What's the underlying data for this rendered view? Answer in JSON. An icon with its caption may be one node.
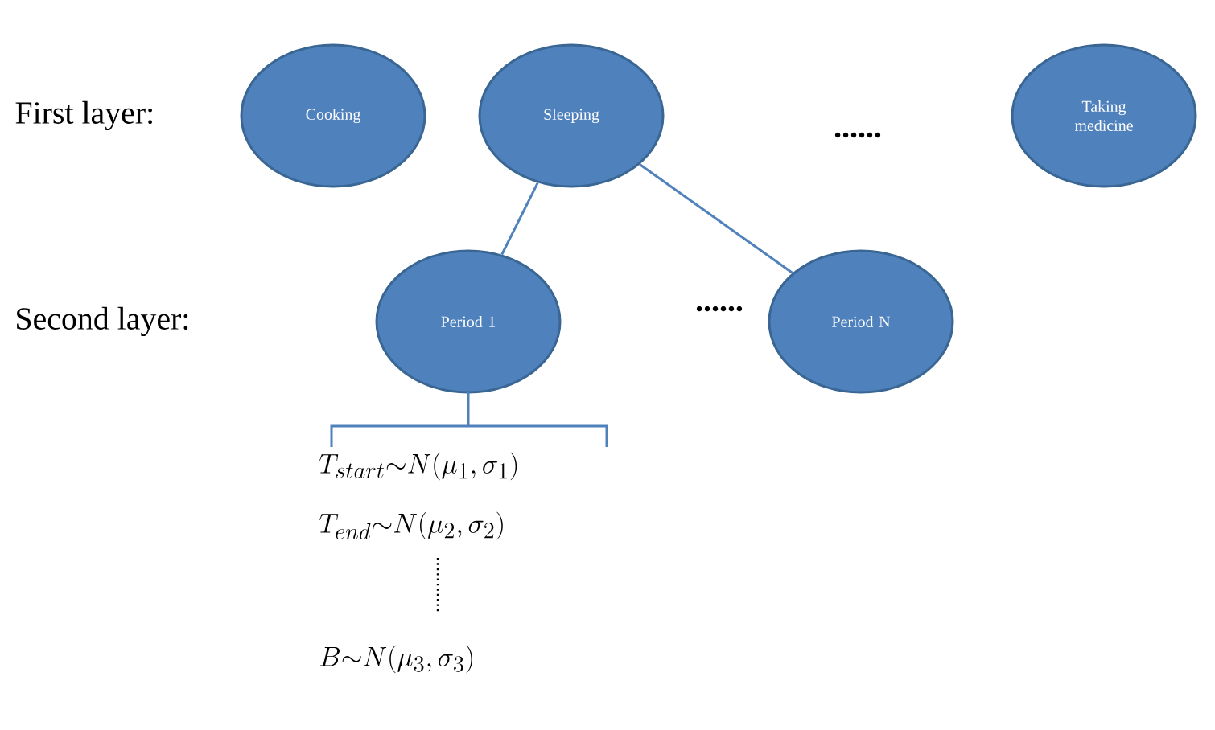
{
  "diagram": {
    "nodes": [
      {
        "text": [
          "Cooking"
        ]
      },
      {
        "text": [
          "Sleeping"
        ]
      },
      {
        "text": [
          "Taking medicine"
        ]
      },
      {
        "text": [
          "Period 1"
        ]
      },
      {
        "text": [
          "Period N"
        ]
      }
    ],
    "edges": [
      {
        "from": 1,
        "to": 3,
        "arrow": "none"
      },
      {
        "from": 1,
        "to": 4,
        "arrow": "none"
      }
    ],
    "labels": [
      "First layer:",
      "......",
      "Second layer:",
      "......",
      "T_{start}{\\sim}N(\\mu_1,\\sigma_1)",
      "T_{end}{\\sim}N(\\mu_2,\\sigma_2)",
      "B{\\sim}N(\\mu_3,\\sigma_3)"
    ]
  }
}
